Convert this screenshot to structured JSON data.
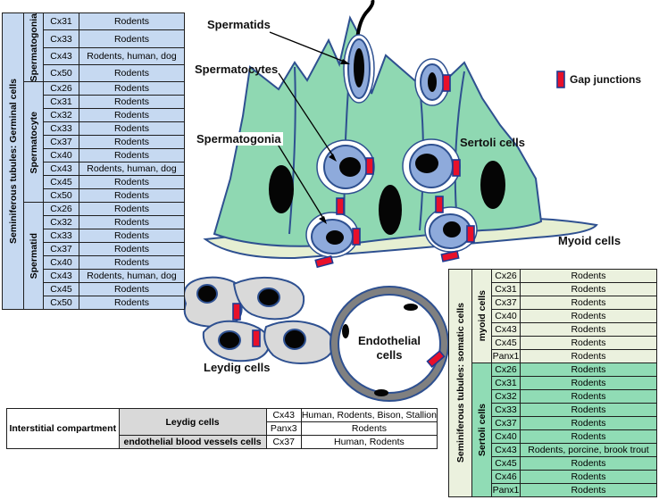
{
  "labels": {
    "spermatids": "Spermatids",
    "spermatocytes": "Spermatocytes",
    "spermatogonia": "Spermatogonia",
    "sertoli": "Sertoli cells",
    "myoid": "Myoid cells",
    "leydig": "Leydig cells",
    "endothelial_line1": "Endothelial",
    "endothelial_line2": "cells",
    "legend": "Gap junctions"
  },
  "colors": {
    "germinal_bg": "#c6d9f1",
    "myoid_bg": "#ebf1de",
    "sertoli_bg": "#90dcb5",
    "sertoli_tissue": "#8fd8b2",
    "germ_cell": "#8eaadb",
    "gap_junction": "#e8102a",
    "gap_border": "#1f3a93",
    "outline": "#2e5090",
    "leydig_cell": "#d9d9d9",
    "vessel": "#808080"
  },
  "germinal": {
    "title": "Seminiferous tubules: Germinal cells",
    "groups": [
      {
        "name": "Spermatogonia",
        "rows": [
          {
            "cx": "Cx31",
            "sp": "Rodents"
          },
          {
            "cx": "Cx33",
            "sp": "Rodents"
          },
          {
            "cx": "Cx43",
            "sp": "Rodents, human, dog"
          },
          {
            "cx": "Cx50",
            "sp": "Rodents"
          }
        ]
      },
      {
        "name": "Spermatocyte",
        "rows": [
          {
            "cx": "Cx26",
            "sp": "Rodents"
          },
          {
            "cx": "Cx31",
            "sp": "Rodents"
          },
          {
            "cx": "Cx32",
            "sp": "Rodents"
          },
          {
            "cx": "Cx33",
            "sp": "Rodents"
          },
          {
            "cx": "Cx37",
            "sp": "Rodents"
          },
          {
            "cx": "Cx40",
            "sp": "Rodents"
          },
          {
            "cx": "Cx43",
            "sp": "Rodents, human, dog"
          },
          {
            "cx": "Cx45",
            "sp": "Rodents"
          },
          {
            "cx": "Cx50",
            "sp": "Rodents"
          }
        ]
      },
      {
        "name": "Spermatid",
        "rows": [
          {
            "cx": "Cx26",
            "sp": "Rodents"
          },
          {
            "cx": "Cx32",
            "sp": "Rodents"
          },
          {
            "cx": "Cx33",
            "sp": "Rodents"
          },
          {
            "cx": "Cx37",
            "sp": "Rodents"
          },
          {
            "cx": "Cx40",
            "sp": "Rodents"
          },
          {
            "cx": "Cx43",
            "sp": "Rodents, human, dog"
          },
          {
            "cx": "Cx45",
            "sp": "Rodents"
          },
          {
            "cx": "Cx50",
            "sp": "Rodents"
          }
        ]
      }
    ]
  },
  "somatic": {
    "title": "Seminiferous tubules: somatic cells",
    "groups": [
      {
        "name": "myoid cells",
        "rows": [
          {
            "cx": "Cx26",
            "sp": "Rodents"
          },
          {
            "cx": "Cx31",
            "sp": "Rodents"
          },
          {
            "cx": "Cx37",
            "sp": "Rodents"
          },
          {
            "cx": "Cx40",
            "sp": "Rodents"
          },
          {
            "cx": "Cx43",
            "sp": "Rodents"
          },
          {
            "cx": "Cx45",
            "sp": "Rodents"
          },
          {
            "cx": "Panx1",
            "sp": "Rodents"
          }
        ]
      },
      {
        "name": "Sertoli cells",
        "rows": [
          {
            "cx": "Cx26",
            "sp": "Rodents"
          },
          {
            "cx": "Cx31",
            "sp": "Rodents"
          },
          {
            "cx": "Cx32",
            "sp": "Rodents"
          },
          {
            "cx": "Cx33",
            "sp": "Rodents"
          },
          {
            "cx": "Cx37",
            "sp": "Rodents"
          },
          {
            "cx": "Cx40",
            "sp": "Rodents"
          },
          {
            "cx": "Cx43",
            "sp": "Rodents, porcine, brook trout"
          },
          {
            "cx": "Cx45",
            "sp": "Rodents"
          },
          {
            "cx": "Cx46",
            "sp": "Rodents"
          },
          {
            "cx": "Panx1",
            "sp": "Rodents"
          }
        ]
      }
    ]
  },
  "interstitial": {
    "title": "Interstitial compartment",
    "groups": [
      {
        "name": "Leydig cells",
        "rows": [
          {
            "cx": "Cx43",
            "sp": "Human, Rodents, Bison, Stallion"
          },
          {
            "cx": "Panx3",
            "sp": "Rodents"
          }
        ]
      },
      {
        "name": "endothelial blood vessels cells",
        "rows": [
          {
            "cx": "Cx37",
            "sp": "Human, Rodents"
          }
        ]
      }
    ]
  }
}
